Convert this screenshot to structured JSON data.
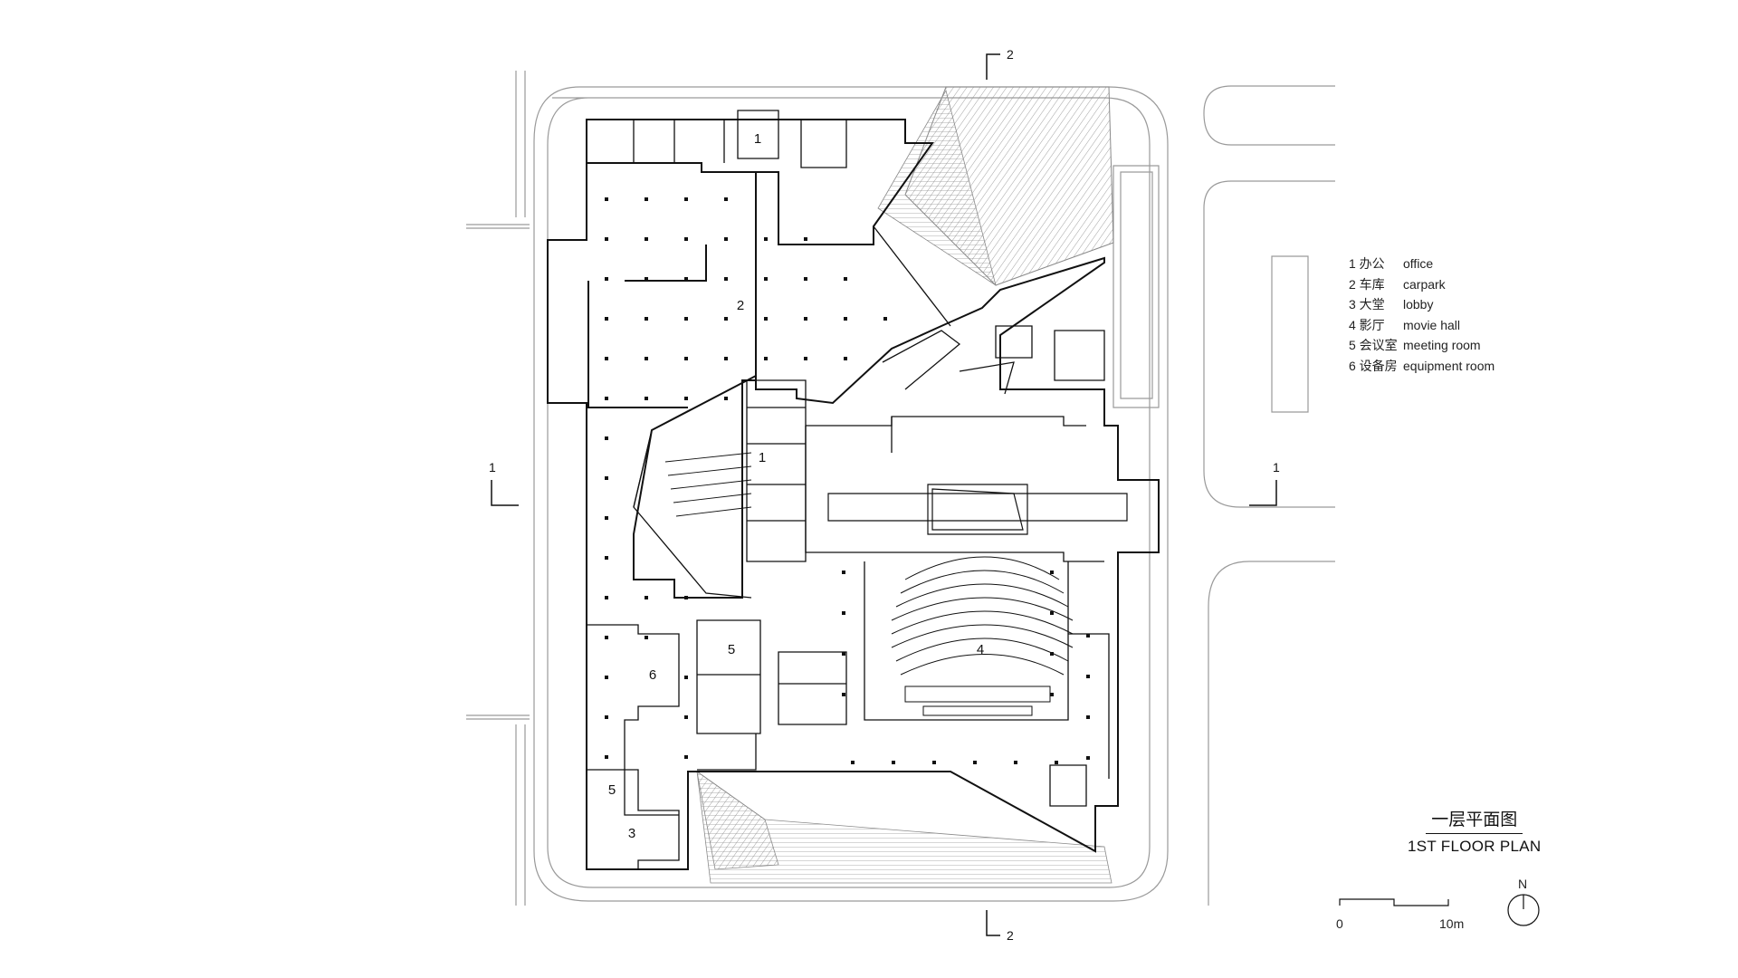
{
  "legend": [
    {
      "cn": "1 办公",
      "en": "office"
    },
    {
      "cn": "2 车库",
      "en": "carpark"
    },
    {
      "cn": "3 大堂",
      "en": "lobby"
    },
    {
      "cn": "4 影厅",
      "en": "movie hall"
    },
    {
      "cn": "5 会议室",
      "en": "meeting room"
    },
    {
      "cn": "6 设备房",
      "en": "equipment room"
    }
  ],
  "title": {
    "cn": "一层平面图",
    "en": "1ST FLOOR PLAN"
  },
  "scale": {
    "start": "0",
    "end": "10m"
  },
  "north": "N",
  "section_marks": {
    "top": "2",
    "bottom": "2",
    "left": "1",
    "right": "1"
  },
  "rooms": {
    "office_north": "1",
    "carpark": "2",
    "office_center": "1",
    "meeting_center": "5",
    "equipment": "6",
    "movie_hall": "4",
    "meeting_south": "5",
    "lobby": "3"
  },
  "colors": {
    "line": "#111111",
    "site": "#9a9a9a",
    "hatch": "#8a8a8a"
  }
}
